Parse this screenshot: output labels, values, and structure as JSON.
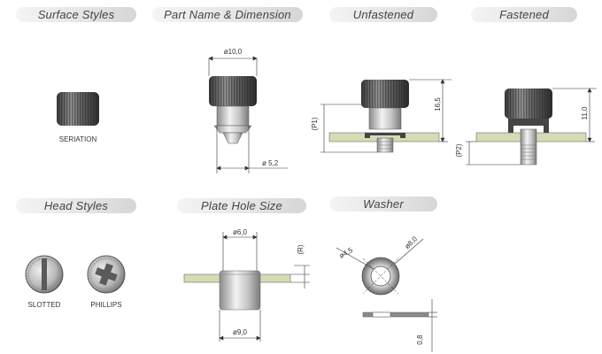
{
  "headers": {
    "surface_styles": "Surface Styles",
    "part_name_dimension": "Part Name & Dimension",
    "unfastened": "Unfastened",
    "fastened": "Fastened",
    "head_styles": "Head Styles",
    "plate_hole_size": "Plate Hole Size",
    "washer": "Washer"
  },
  "captions": {
    "seriation": "SERIATION",
    "slotted": "SLOTTED",
    "phillips": "PHILLIPS"
  },
  "dimensions": {
    "head_diameter": "ø10,0",
    "thread_diameter": "ø 5,2",
    "p1": "(P1)",
    "height_unfastened": "16,5",
    "p2": "(P2)",
    "height_fastened": "11,0",
    "hole_diameter_top": "ø6,0",
    "hole_diameter_bottom": "ø9,0",
    "r_label": "(R)",
    "washer_inner": "ø4,5",
    "washer_outer": "ø8,0",
    "washer_thickness": "0,8"
  },
  "colors": {
    "plate": "#d4dcb4",
    "header_text": "#444444",
    "line": "#333333"
  }
}
